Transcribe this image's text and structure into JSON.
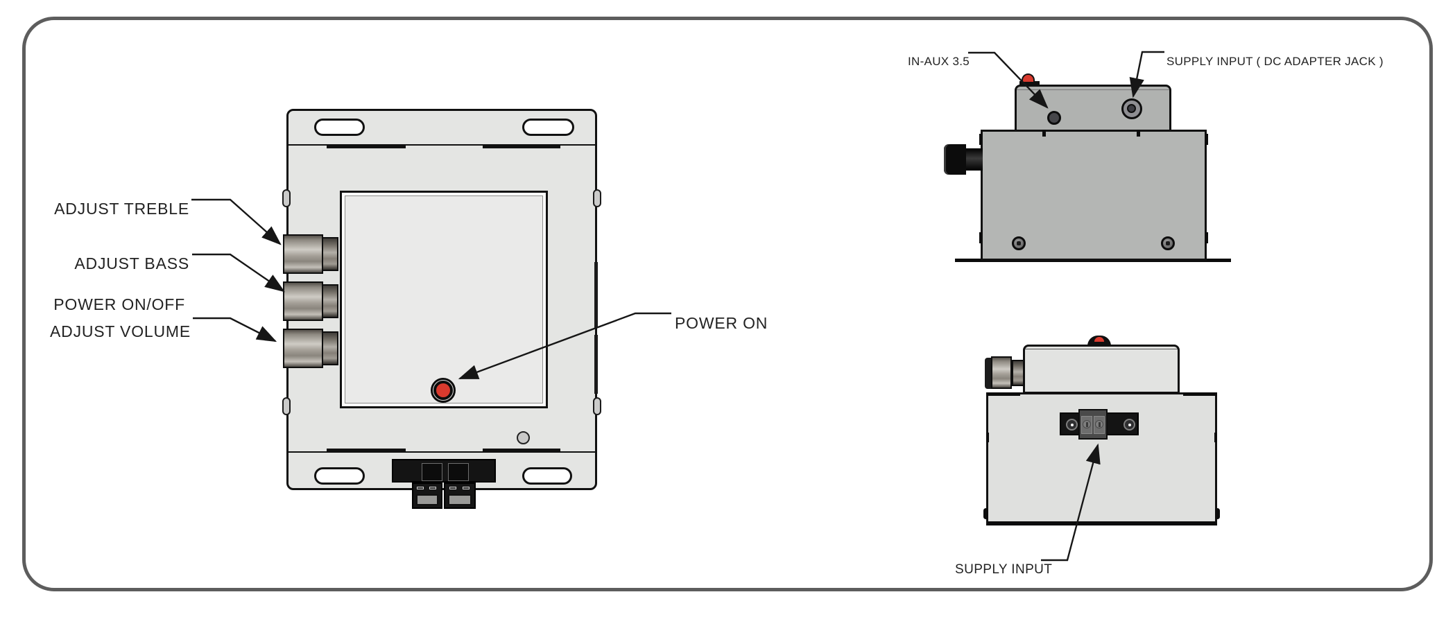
{
  "drawing": {
    "type": "technical-orthographic-views",
    "views": {
      "top": {
        "annotations": {
          "treble": "ADJUST TREBLE",
          "bass": "ADJUST BASS",
          "power_on_off": "POWER ON/OFF",
          "volume": "ADJUST VOLUME",
          "power_on": "POWER ON"
        }
      },
      "side": {
        "annotations": {
          "aux": "IN-AUX 3.5",
          "supply_dc": "SUPPLY INPUT ( DC ADAPTER JACK )"
        }
      },
      "front": {
        "annotations": {
          "supply": "SUPPLY INPUT"
        }
      }
    },
    "colors": {
      "accent_red": "#d93a2e",
      "line": "#161616",
      "panel_light": "#e4e5e3",
      "panel_mid": "#b4b6b4",
      "front_light": "#dfe0de",
      "frame_border": "#5d5d5d"
    }
  }
}
